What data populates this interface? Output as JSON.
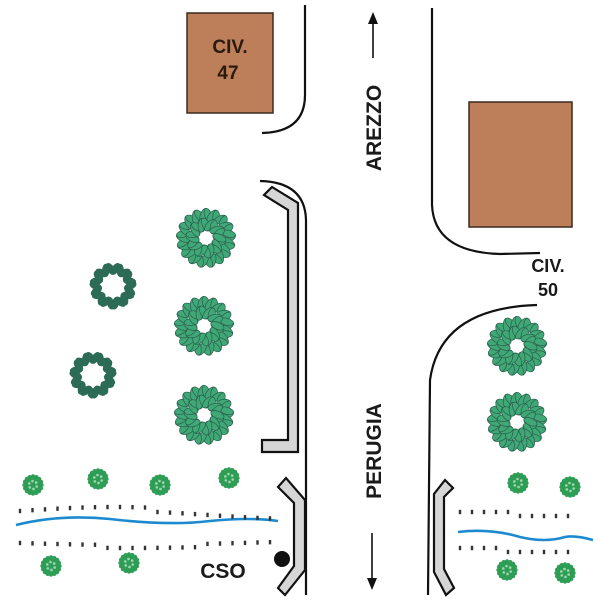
{
  "colors": {
    "building_fill": "#bd7f5a",
    "building_stroke": "#3b2a20",
    "road_line": "#111111",
    "guardrail_fill": "#d6d6d6",
    "guardrail_stroke": "#111111",
    "tree_light": "#3fa876",
    "tree_dark_outline": "#2a5e4c",
    "tree_dark": "#2c6b55",
    "shrub": "#2e9d55",
    "stream": "#1d8ad0",
    "bank_dots": "#333333",
    "cso_dot": "#111111"
  },
  "buildings": [
    {
      "id": "civ47",
      "label_line1": "CIV.",
      "label_line2": "47"
    },
    {
      "id": "civ50",
      "label_line1": "CIV.",
      "label_line2": "50"
    }
  ],
  "directions": {
    "north": {
      "label": "AREZZO",
      "arrow": "up"
    },
    "south": {
      "label": "PERUGIA",
      "arrow": "down"
    }
  },
  "cso": {
    "label": "CSO"
  }
}
